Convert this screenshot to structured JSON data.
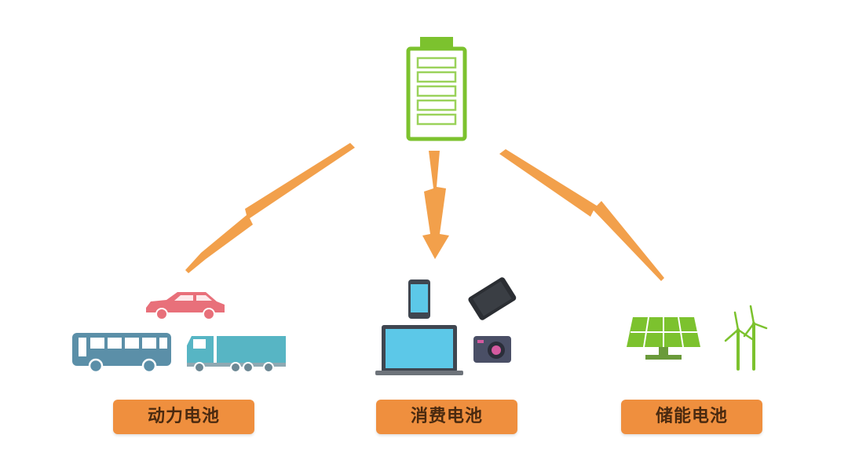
{
  "categories": [
    {
      "id": "power",
      "label": "动力电池",
      "icons": [
        "car-icon",
        "bus-icon",
        "truck-icon"
      ]
    },
    {
      "id": "consumer",
      "label": "消费电池",
      "icons": [
        "smartphone-icon",
        "tablet-icon",
        "laptop-icon",
        "camera-icon"
      ]
    },
    {
      "id": "storage",
      "label": "储能电池",
      "icons": [
        "solar-panel-icon",
        "wind-turbine-icon"
      ]
    }
  ],
  "colors": {
    "battery": "#7cc22e",
    "arrow": "#f2a04b",
    "label_bg": "#ef8f3e",
    "label_text": "#4a2a10",
    "vehicle": "#5b8fa8",
    "truck": "#57b5c4",
    "car": "#e8707a"
  }
}
